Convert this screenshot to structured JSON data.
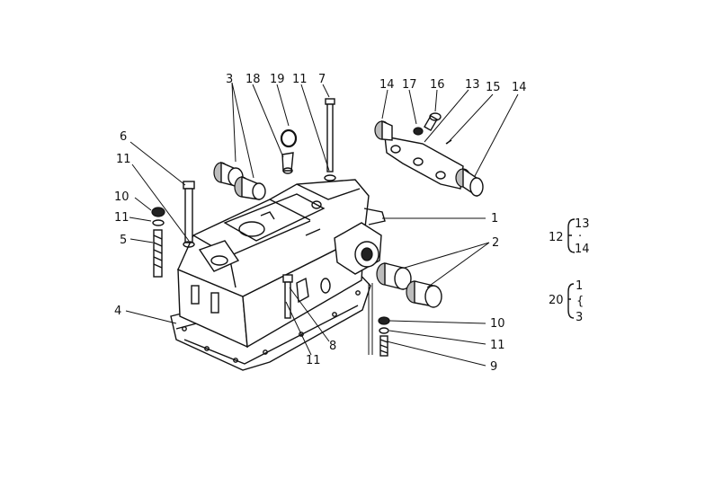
{
  "diagram": {
    "callouts": [
      {
        "id": "c3",
        "text": "3"
      },
      {
        "id": "c18",
        "text": "18"
      },
      {
        "id": "c19",
        "text": "19"
      },
      {
        "id": "c11a",
        "text": "11"
      },
      {
        "id": "c7",
        "text": "7"
      },
      {
        "id": "c14a",
        "text": "14"
      },
      {
        "id": "c17",
        "text": "17"
      },
      {
        "id": "c16",
        "text": "16"
      },
      {
        "id": "c13",
        "text": "13"
      },
      {
        "id": "c15",
        "text": "15"
      },
      {
        "id": "c14b",
        "text": "14"
      },
      {
        "id": "c6",
        "text": "6"
      },
      {
        "id": "c11b",
        "text": "11"
      },
      {
        "id": "c10a",
        "text": "10"
      },
      {
        "id": "c11c",
        "text": "11"
      },
      {
        "id": "c5",
        "text": "5"
      },
      {
        "id": "c1",
        "text": "1"
      },
      {
        "id": "c2",
        "text": "2"
      },
      {
        "id": "c4",
        "text": "4"
      },
      {
        "id": "c10b",
        "text": "10"
      },
      {
        "id": "c11d",
        "text": "11"
      },
      {
        "id": "c9",
        "text": "9"
      },
      {
        "id": "c8",
        "text": "8"
      },
      {
        "id": "c11e",
        "text": "11"
      }
    ],
    "groups": [
      {
        "id": "g12",
        "parent": "12",
        "items": [
          "13",
          "·",
          "14"
        ]
      },
      {
        "id": "g20",
        "parent": "20",
        "items": [
          "1",
          "{",
          "3"
        ]
      }
    ]
  }
}
